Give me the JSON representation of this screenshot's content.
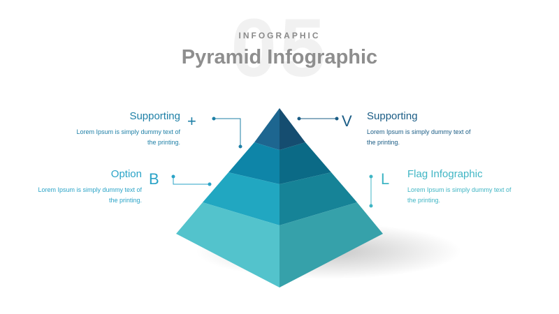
{
  "background_number": "05",
  "header": {
    "eyebrow": "INFOGRAPHIC",
    "title": "Pyramid Infographic"
  },
  "callouts": {
    "top_left": {
      "heading": "Supporting",
      "text": "Lorem Ipsum is simply dummy text of the printing.",
      "letter": "+",
      "color": "#1d7fa6"
    },
    "top_right": {
      "heading": "Supporting",
      "text": "Lorem Ipsum is simply dummy text of the printing.",
      "letter": "V",
      "color": "#1a5c85"
    },
    "bottom_left": {
      "heading": "Option",
      "text": "Lorem Ipsum is simply dummy text of the printing.",
      "letter": "B",
      "color": "#2aa3c7"
    },
    "bottom_right": {
      "heading": "Flag Infographic",
      "text": "Lorem Ipsum is simply dummy text of the printing.",
      "letter": "L",
      "color": "#3fb5c4"
    }
  },
  "pyramid_colors": {
    "tier1": {
      "left": "#1d6690",
      "right": "#154d70"
    },
    "tier2": {
      "left": "#0e85a8",
      "right": "#0b6a86"
    },
    "tier3": {
      "left": "#21a7c1",
      "right": "#168397"
    },
    "tier4": {
      "left": "#53c3cc",
      "right": "#36a1aa"
    }
  }
}
